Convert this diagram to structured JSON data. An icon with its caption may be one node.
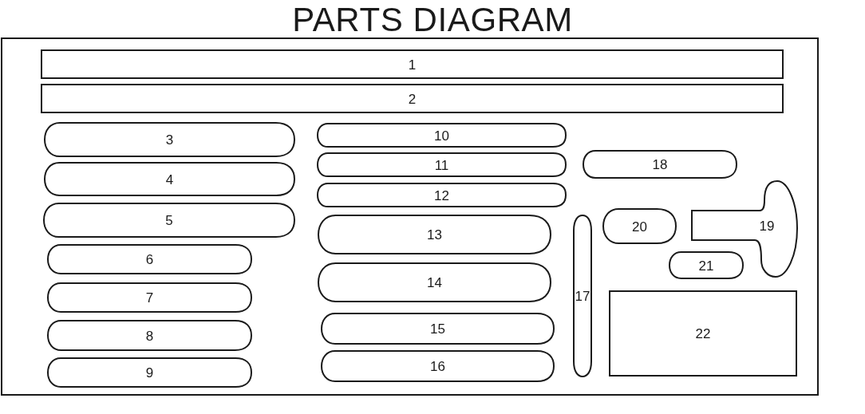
{
  "diagram": {
    "title": "PARTS DIAGRAM",
    "nodes": [
      {
        "text": [],
        "shape": "box"
      },
      {
        "text": [
          "1"
        ],
        "in": 0
      },
      {
        "text": [
          "2"
        ],
        "in": 0
      },
      {
        "text": [
          "3"
        ],
        "in": 0
      },
      {
        "text": [
          "4"
        ],
        "in": 0
      },
      {
        "text": [
          "5"
        ],
        "in": 0
      },
      {
        "text": [
          "6"
        ],
        "in": 0
      },
      {
        "text": [
          "7"
        ],
        "in": 0
      },
      {
        "text": [
          "8"
        ],
        "in": 0
      },
      {
        "text": [
          "9"
        ],
        "in": 0
      },
      {
        "text": [
          "10"
        ],
        "in": 0
      },
      {
        "text": [
          "11"
        ],
        "in": 0
      },
      {
        "text": [
          "12"
        ],
        "in": 0
      },
      {
        "text": [
          "13"
        ],
        "in": 0
      },
      {
        "text": [
          "14"
        ],
        "in": 0
      },
      {
        "text": [
          "15"
        ],
        "in": 0
      },
      {
        "text": [
          "16"
        ],
        "in": 0
      },
      {
        "text": [
          "17"
        ],
        "in": 0
      },
      {
        "text": [
          "18"
        ],
        "in": 0
      },
      {
        "text": [
          "19"
        ],
        "in": 0
      },
      {
        "text": [
          "20"
        ],
        "in": 0
      },
      {
        "text": [
          "21"
        ],
        "in": 0
      },
      {
        "text": [
          "22"
        ],
        "in": 0
      }
    ]
  }
}
